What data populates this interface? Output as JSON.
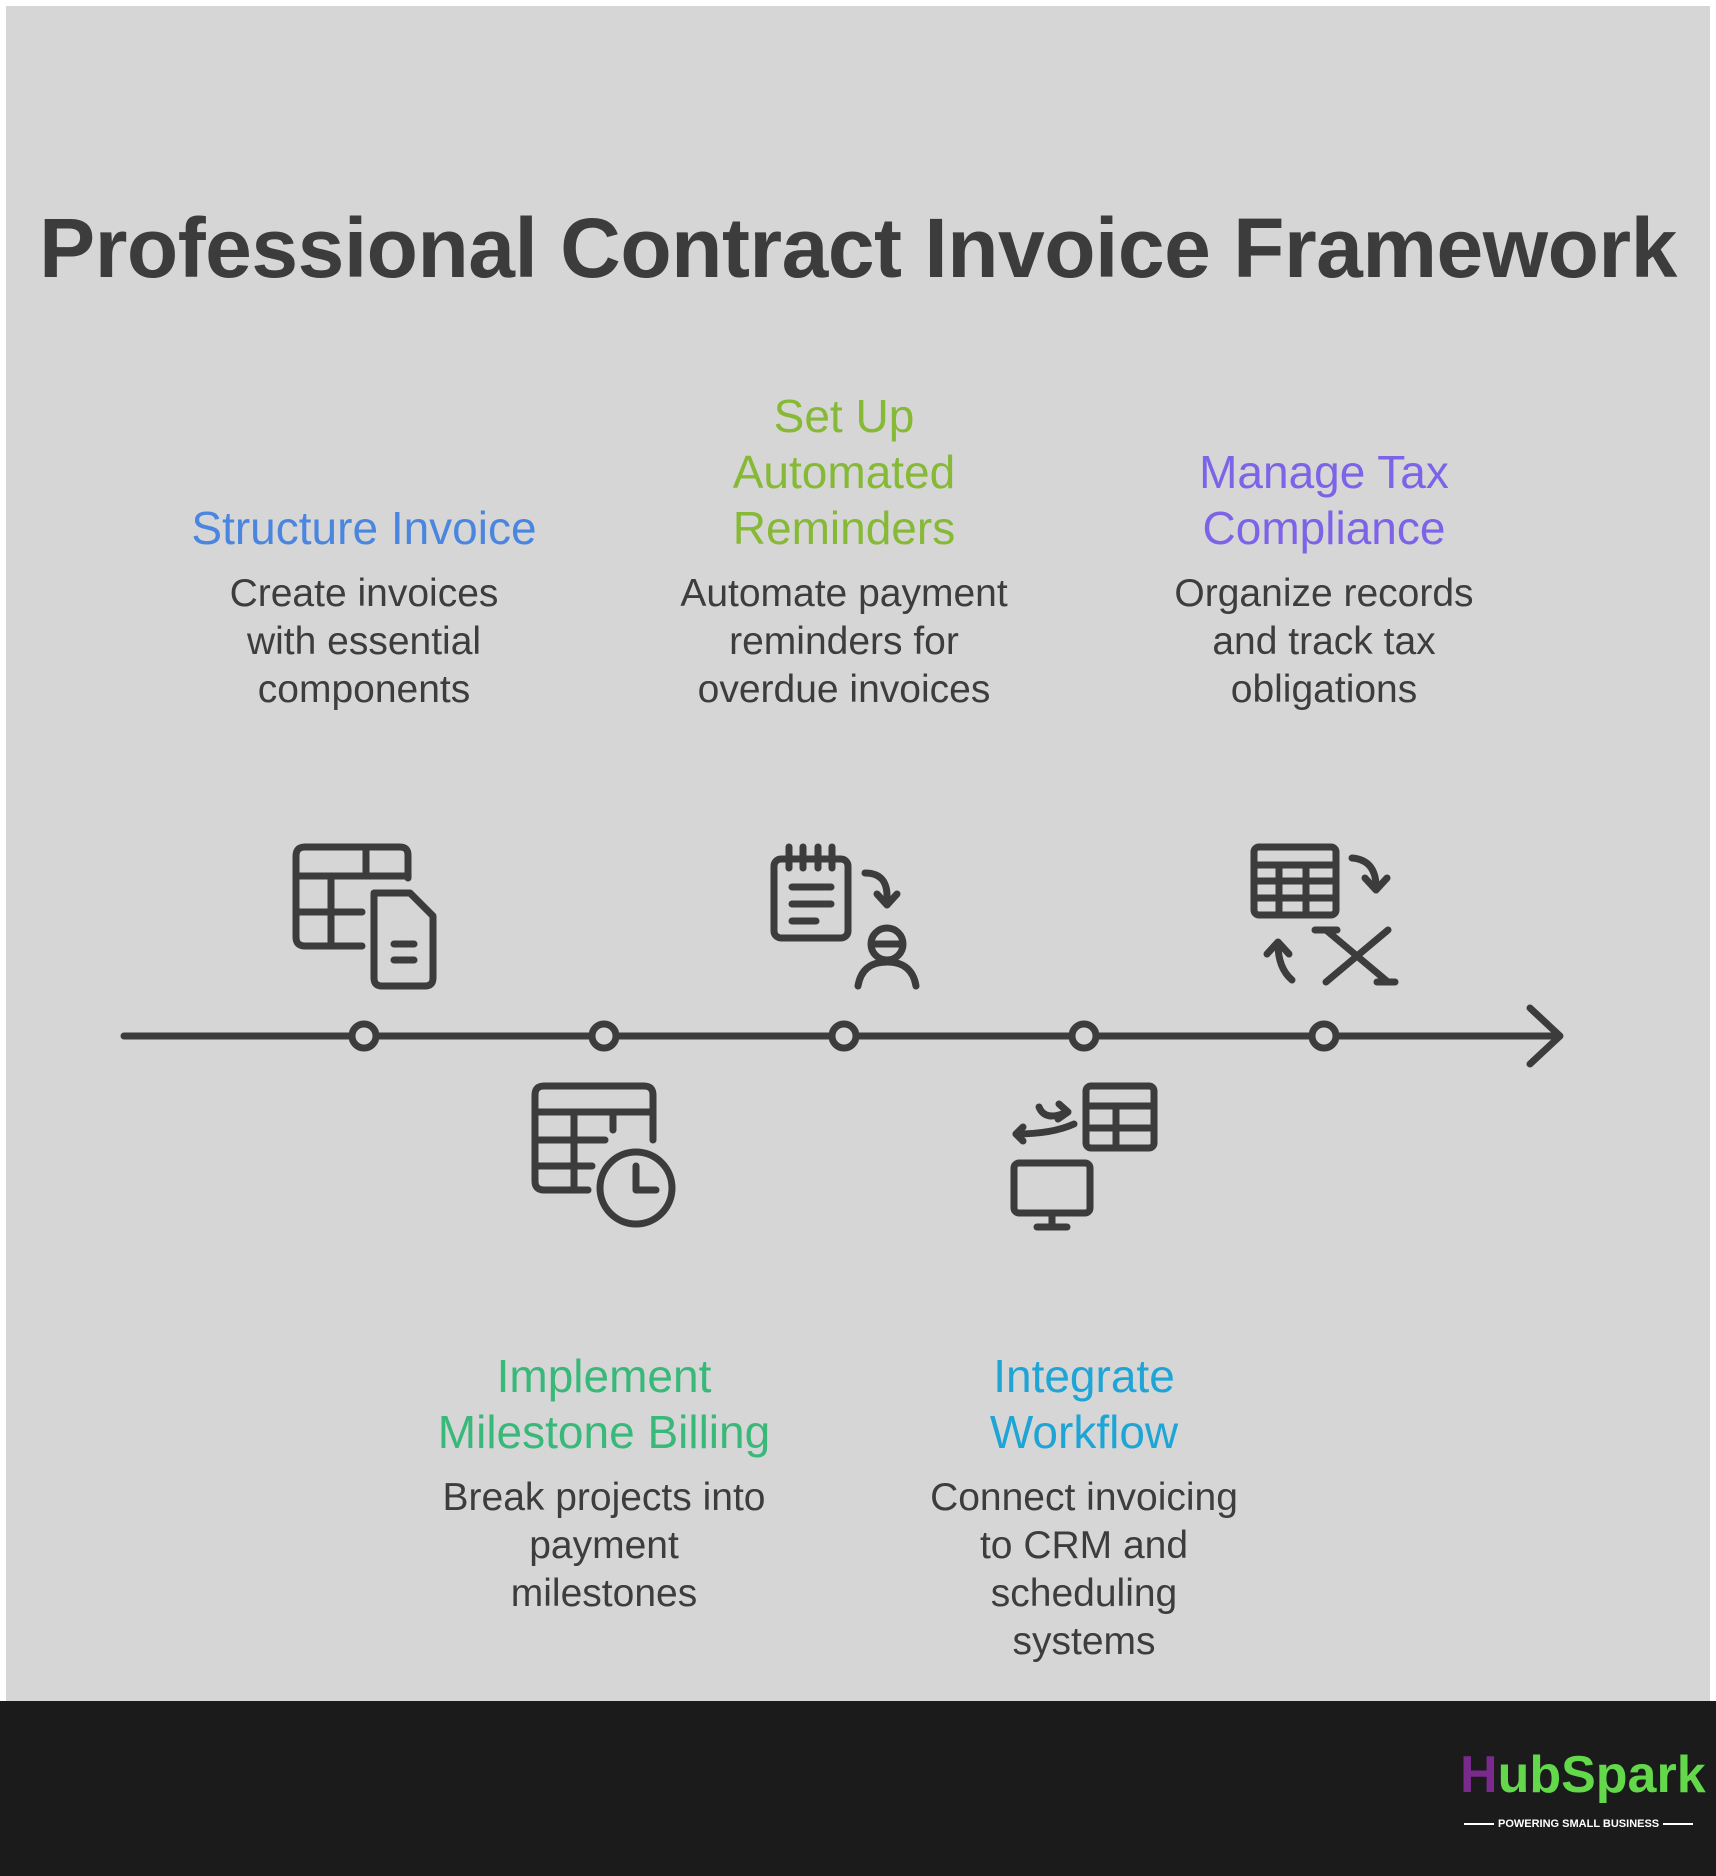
{
  "title": "Professional Contract Invoice Framework",
  "steps": [
    {
      "title_lines": [
        "Structure Invoice"
      ],
      "desc_lines": [
        "Create invoices",
        "with essential",
        "components"
      ],
      "icon": "invoice-table-document-icon",
      "position": "above",
      "color": "#4a86e0"
    },
    {
      "title_lines": [
        "Implement",
        "Milestone Billing"
      ],
      "desc_lines": [
        "Break projects into",
        "payment",
        "milestones"
      ],
      "icon": "table-clock-icon",
      "position": "below",
      "color": "#39b979"
    },
    {
      "title_lines": [
        "Set Up",
        "Automated",
        "Reminders"
      ],
      "desc_lines": [
        "Automate payment",
        "reminders for",
        "overdue invoices"
      ],
      "icon": "calendar-reminder-user-icon",
      "position": "above",
      "color": "#86b936"
    },
    {
      "title_lines": [
        "Integrate",
        "Workflow"
      ],
      "desc_lines": [
        "Connect invoicing",
        "to CRM and",
        "scheduling",
        "systems"
      ],
      "icon": "table-sync-computer-icon",
      "position": "below",
      "color": "#1ea5d6"
    },
    {
      "title_lines": [
        "Manage Tax",
        "Compliance"
      ],
      "desc_lines": [
        "Organize records",
        "and track tax",
        "obligations"
      ],
      "icon": "spreadsheet-sync-icon",
      "position": "above",
      "color": "#7d63e8"
    }
  ],
  "logo": {
    "brand_first": "H",
    "brand_rest": "ubSpark",
    "tagline": "POWERING SMALL BUSINESS"
  },
  "colors": {
    "background": "#d6d6d6",
    "ink": "#3c3c3c",
    "footer": "#1b1b1b"
  }
}
